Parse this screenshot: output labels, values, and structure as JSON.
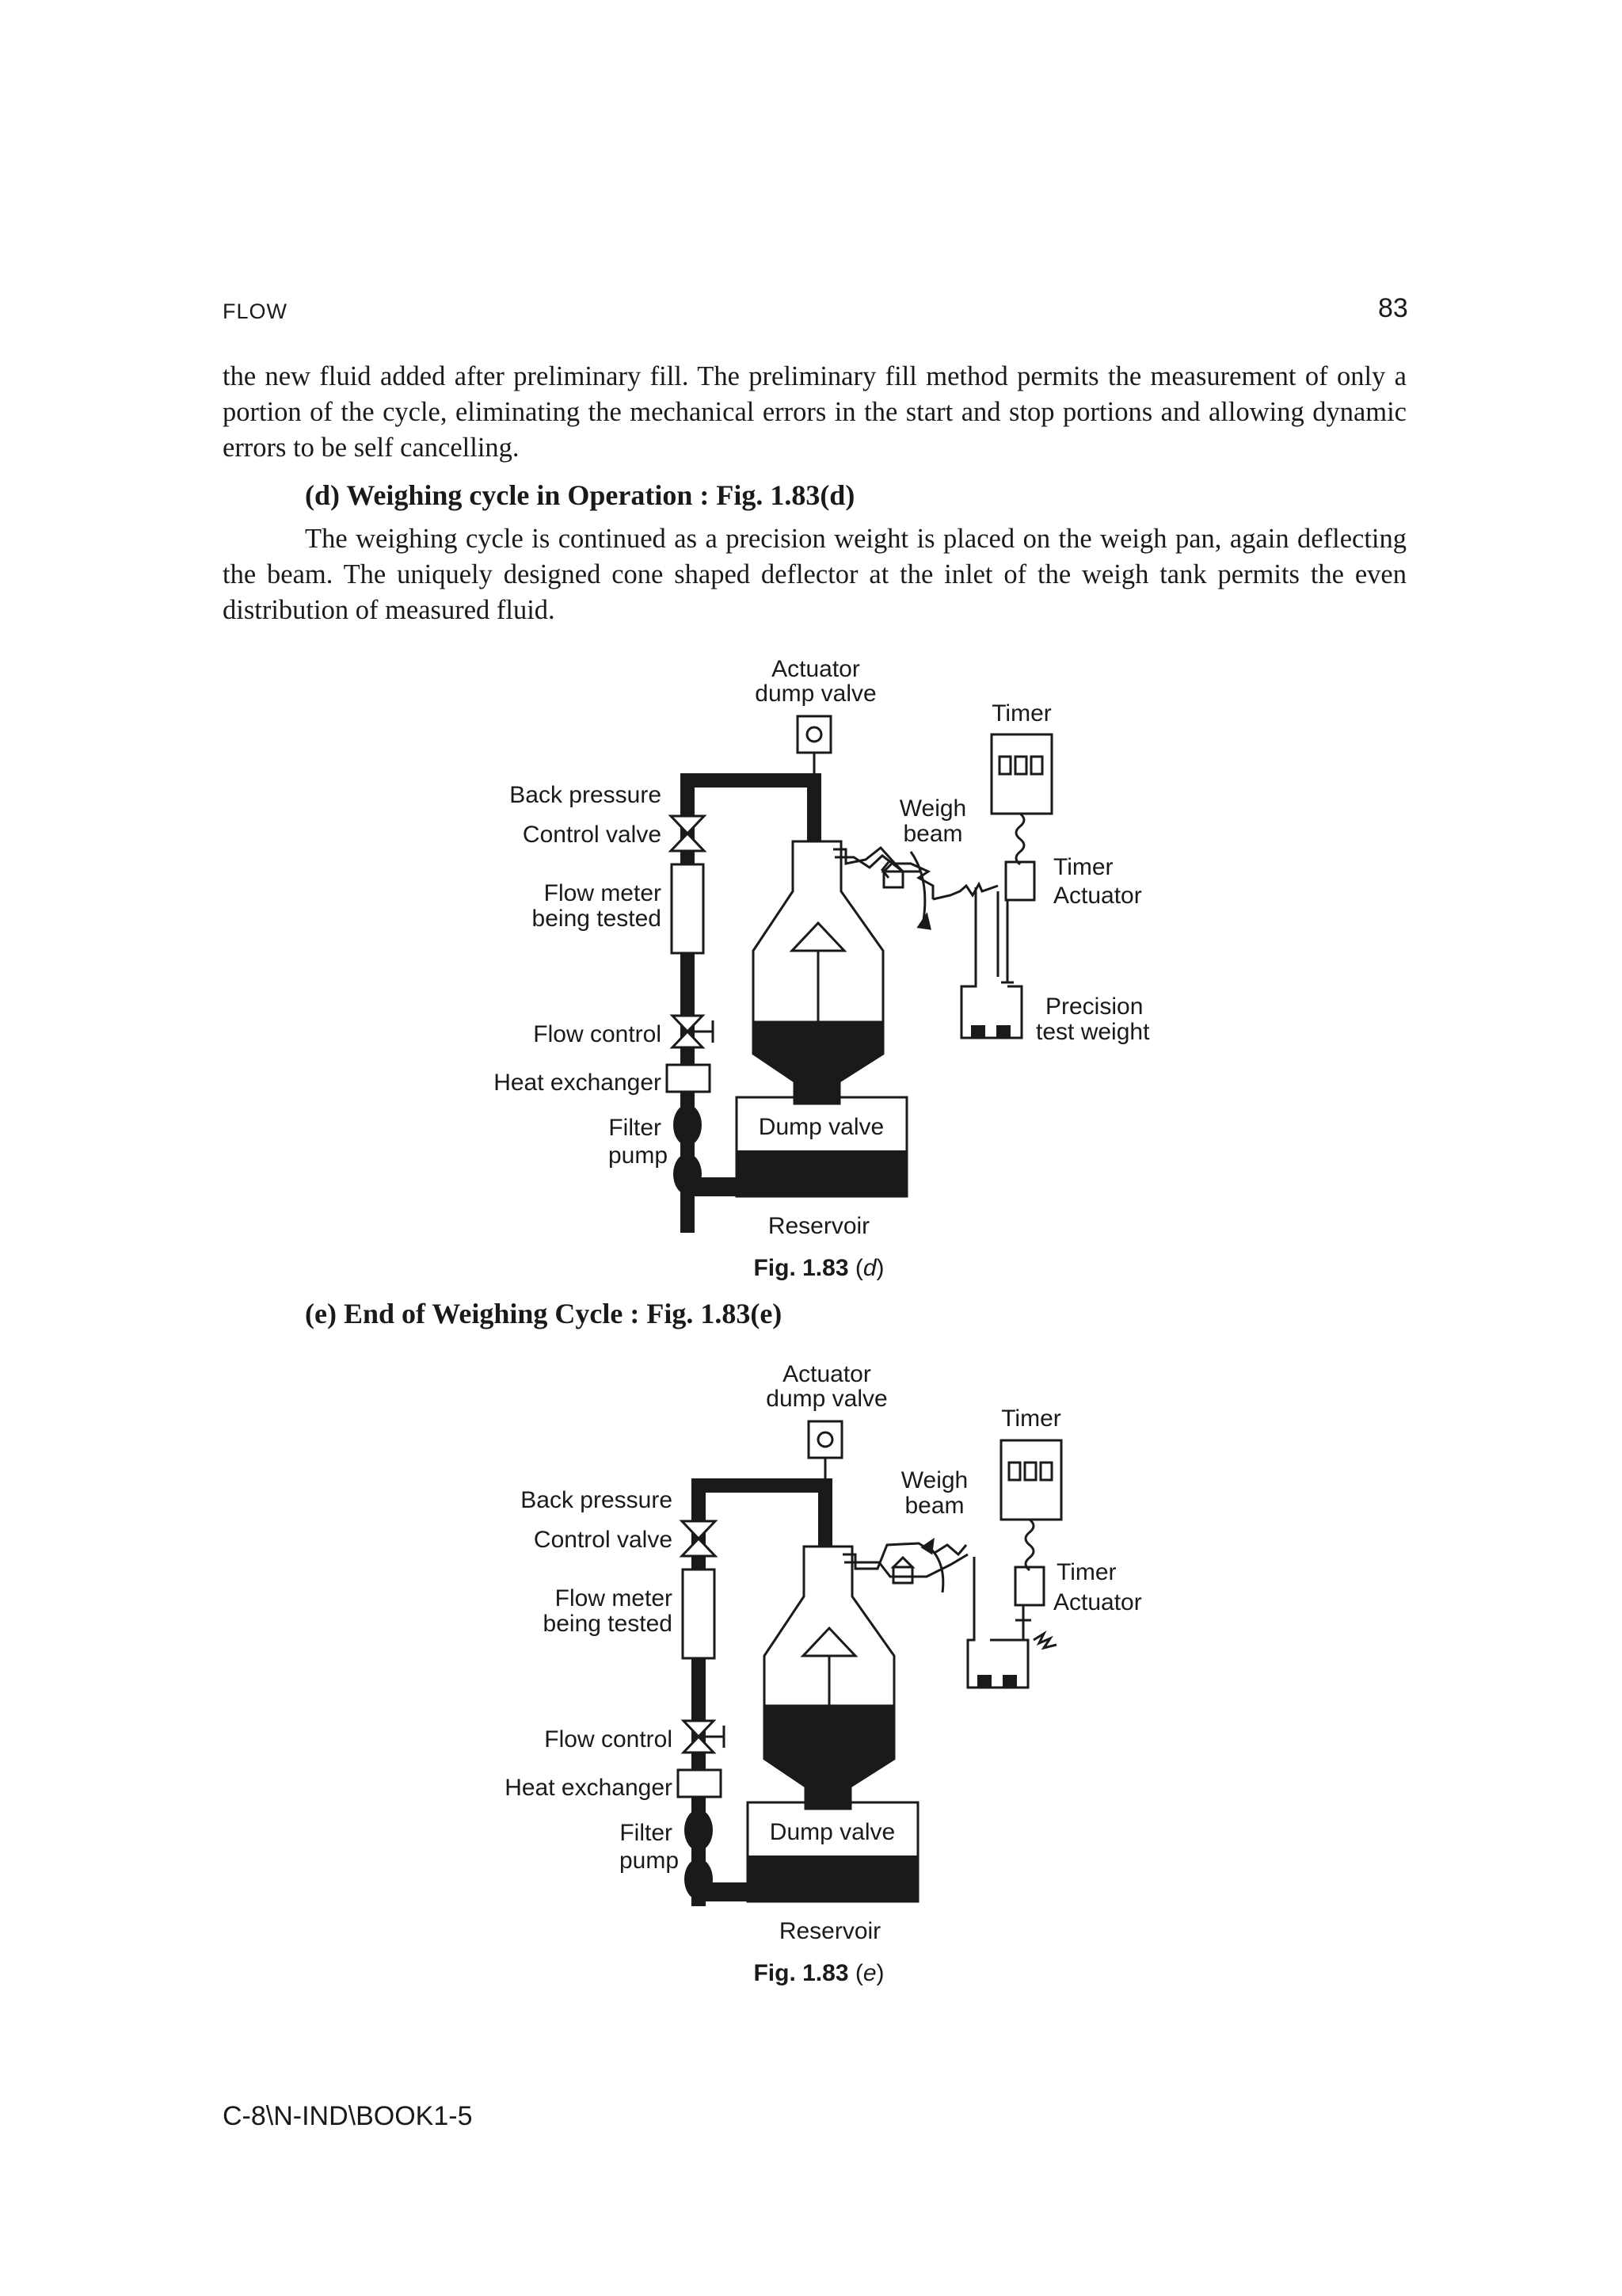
{
  "header": {
    "running_head": "FLOW",
    "page_number": "83"
  },
  "paragraphs": [
    "the new fluid added after preliminary fill. The preliminary fill method permits the measurement of only a portion of the cycle, eliminating the mechanical errors in the start and stop portions and allowing dynamic errors to be self cancelling.",
    "The weighing cycle is continued as a precision weight is placed on the weigh pan, again deflecting the beam. The uniquely designed cone shaped deflector at the inlet of the weigh tank permits the even distribution of measured fluid."
  ],
  "headings": {
    "d": "(d) Weighing cycle in Operation : Fig. 1.83(d)",
    "e": "(e) End of Weighing Cycle : Fig. 1.83(e)"
  },
  "figure_d": {
    "labels": {
      "actuator_1": "Actuator",
      "actuator_2": "dump valve",
      "timer": "Timer",
      "back_pressure": "Back pressure",
      "control_valve": "Control valve",
      "weigh_1": "Weigh",
      "weigh_2": "beam",
      "timer_actuator_1": "Timer",
      "timer_actuator_2": "Actuator",
      "flow_meter_1": "Flow meter",
      "flow_meter_2": "being tested",
      "precision_1": "Precision",
      "precision_2": "test weight",
      "flow_control": "Flow control",
      "heat_exchanger": "Heat exchanger",
      "filter": "Filter",
      "pump": "pump",
      "dump_valve": "Dump valve",
      "reservoir": "Reservoir"
    },
    "caption_bold": "Fig. 1.83",
    "caption_italic": "d"
  },
  "figure_e": {
    "labels": {
      "actuator_1": "Actuator",
      "actuator_2": "dump valve",
      "timer": "Timer",
      "back_pressure": "Back pressure",
      "control_valve": "Control valve",
      "weigh_1": "Weigh",
      "weigh_2": "beam",
      "timer_actuator_1": "Timer",
      "timer_actuator_2": "Actuator",
      "flow_meter_1": "Flow meter",
      "flow_meter_2": "being tested",
      "flow_control": "Flow control",
      "heat_exchanger": "Heat exchanger",
      "filter": "Filter",
      "pump": "pump",
      "dump_valve": "Dump valve",
      "reservoir": "Reservoir"
    },
    "caption_bold": "Fig. 1.83",
    "caption_italic": "e"
  },
  "footer": {
    "code": "C-8\\N-IND\\BOOK1-5"
  }
}
